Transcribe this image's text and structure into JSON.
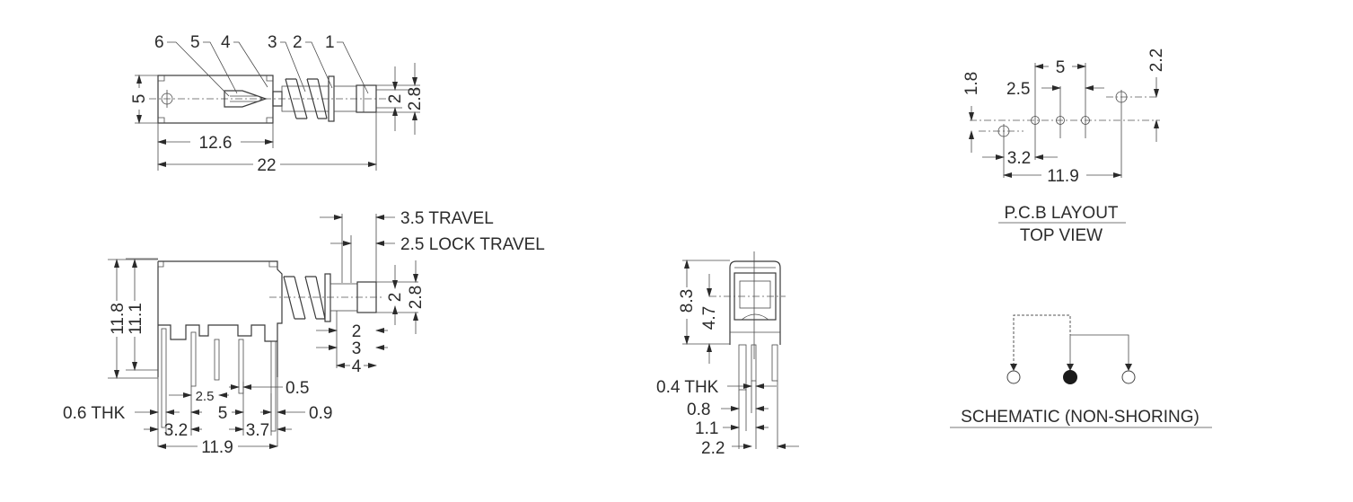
{
  "top_view": {
    "part_numbers": [
      "6",
      "5",
      "4",
      "3",
      "2",
      "1"
    ],
    "dim_height": "5",
    "dim_body_length": "12.6",
    "dim_total_length": "22",
    "dim_stem_inner": "2",
    "dim_stem_outer": "2.8"
  },
  "side_view": {
    "travel_label": "3.5 TRAVEL",
    "lock_travel_label": "2.5 LOCK TRAVEL",
    "dim_height_total": "11.8",
    "dim_height_body": "11.1",
    "dim_stem_inner": "2",
    "dim_stem_outer": "2.8",
    "dim_2": "2",
    "dim_3": "3",
    "dim_4": "4",
    "dim_pitch_small": "2.5",
    "dim_0_5": "0.5",
    "dim_thk": "0.6 THK",
    "dim_5": "5",
    "dim_0_9": "0.9",
    "dim_3_2": "3.2",
    "dim_3_7": "3.7",
    "dim_11_9": "11.9"
  },
  "end_view": {
    "dim_8_3": "8.3",
    "dim_4_7": "4.7",
    "dim_thk": "0.4 THK",
    "dim_0_8": "0.8",
    "dim_1_1": "1.1",
    "dim_2_2": "2.2"
  },
  "pcb_layout": {
    "dim_5": "5",
    "dim_2_5": "2.5",
    "dim_1_8": "1.8",
    "dim_2_2": "2.2",
    "dim_3_2": "3.2",
    "dim_11_9": "11.9",
    "title_line1": "P.C.B LAYOUT",
    "title_line2": "TOP VIEW"
  },
  "schematic": {
    "title": "SCHEMATIC (NON-SHORING)"
  }
}
